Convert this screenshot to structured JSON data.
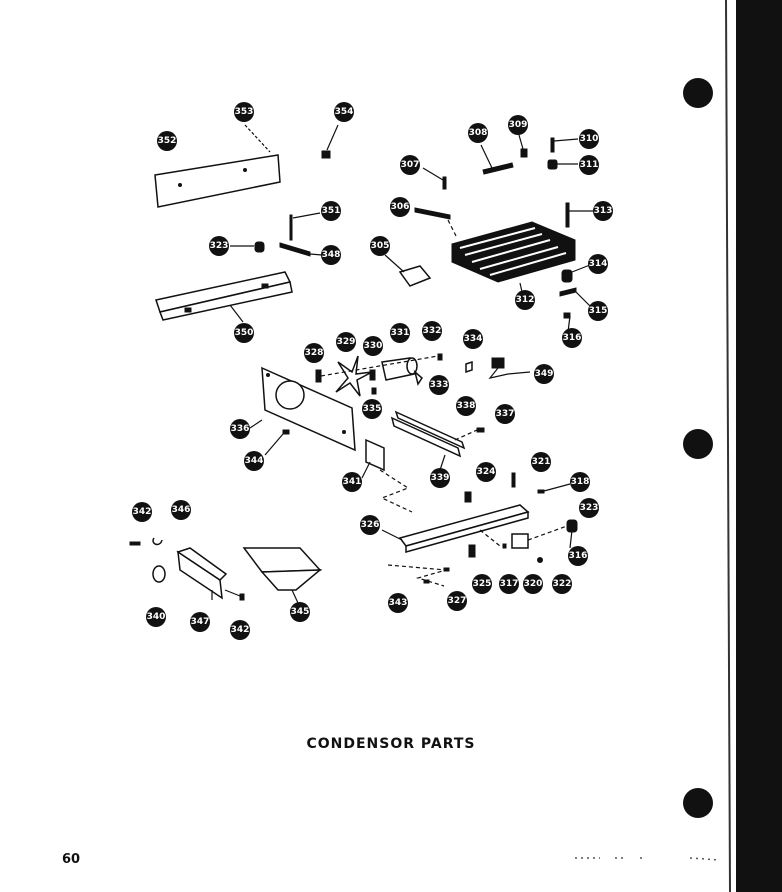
{
  "caption": "CONDENSOR PARTS",
  "page_number": "60",
  "callouts": {
    "c352": "352",
    "c353": "353",
    "c354": "354",
    "c351": "351",
    "c323a": "323",
    "c348": "348",
    "c350": "350",
    "c305": "305",
    "c306": "306",
    "c309": "309",
    "c307": "307",
    "c308": "308",
    "c310": "310",
    "c311": "311",
    "c313": "313",
    "c312": "312",
    "c314": "314",
    "c315": "315",
    "c316a": "316",
    "c328": "328",
    "c329": "329",
    "c330": "330",
    "c331": "331",
    "c332": "332",
    "c334": "334",
    "c333": "333",
    "c335": "335",
    "c349": "349",
    "c338": "338",
    "c337": "337",
    "c339": "339",
    "c336": "336",
    "c344": "344",
    "c341": "341",
    "c324": "324",
    "c321": "321",
    "c318": "318",
    "c323b": "323",
    "c326": "326",
    "c316b": "316",
    "c325": "325",
    "c317": "317",
    "c320": "320",
    "c322": "322",
    "c327": "327",
    "c343": "343",
    "c342a": "342",
    "c346": "346",
    "c340": "340",
    "c347": "347",
    "c342b": "342",
    "c345": "345"
  }
}
